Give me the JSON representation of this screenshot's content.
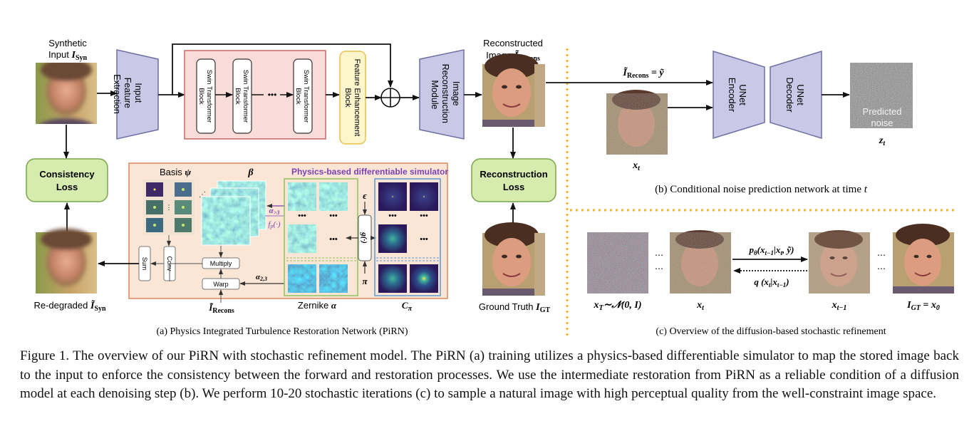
{
  "labels": {
    "synthetic_input": "Synthetic",
    "synthetic_input2": "Input",
    "synthetic_sym": "I",
    "synthetic_sub": "Syn",
    "input_feature": [
      "Input",
      "Feature",
      "Extraction"
    ],
    "swin_block": [
      "Swin Transformer",
      "Block"
    ],
    "feature_enhancement": [
      "Feature Enhancement",
      "Block"
    ],
    "image_recon_module": [
      "Image",
      "Reconstruction",
      "Module"
    ],
    "reconstructed": "Reconstructed",
    "reconstructed2": "Image",
    "recons_sub": "Recons",
    "consistency_loss": [
      "Consistency",
      "Loss"
    ],
    "reconstruction_loss": [
      "Reconstruction",
      "Loss"
    ],
    "redegraded": "Re-degraded",
    "ground_truth": "Ground Truth",
    "gt_sub": "GT",
    "basis": "Basis",
    "psi": "ψ",
    "beta": "β",
    "physics_sim": "Physics-based differentiable simulator",
    "alpha_gt3": "α",
    "alpha_gt3_sub": ">3",
    "fp": "f",
    "fp_sub": "p",
    "fp_arg": "(·)",
    "sum": "Sum",
    "conv": "Conv",
    "multiply": "Multiply",
    "warp": "Warp",
    "alpha23": "α",
    "alpha23_sub": "2,3",
    "irecons_bottom": "I",
    "zernike": "Zernike",
    "zernike_alpha": "α",
    "c_pi": "C",
    "c_pi_sub": "π",
    "epsilon": "ϵ",
    "pi": "π",
    "g_func": "g(·)",
    "dots": "•••",
    "caption_a": "(a) Physics Integrated Turbulence Restoration Network (PiRN)",
    "irecons_eq": "= ỹ",
    "unet_encoder": [
      "UNet",
      "Encoder"
    ],
    "unet_decoder": [
      "UNet",
      "Decoder"
    ],
    "predicted_noise": [
      "Predicted",
      "noise"
    ],
    "z_t": "z",
    "z_sub": "t",
    "x_t": "x",
    "t_sub": "t",
    "caption_b_prefix": "(b) Conditional noise prediction network at time ",
    "caption_b_t": "t",
    "xT": "x",
    "xT_sub": "T",
    "xT_rest": "∼𝒩(0, I)",
    "x_t1": "x",
    "t1_sub": "t−1",
    "igt_eq": "= x",
    "x0_sub": "0",
    "p_theta": "p",
    "p_theta_sub": "θ",
    "p_theta_rest": "(x",
    "p_theta_tail": "|x",
    "p_theta_end": ", ỹ)",
    "q_label": "q",
    "q_rest": "(x",
    "q_tail": "|x",
    "q_end": ")",
    "caption_c": "(c) Overview of the diffusion-based stochastic refinement",
    "figure_caption": "Figure 1. The overview of our PiRN with stochastic refinement model.  The PiRN (a) training utilizes a physics-based differentiable simulator to map the stored image back to the input to enforce the consistency between the forward and restoration processes. We use the intermediate restoration from PiRN as a reliable condition of a diffusion model at each denoising step (b). We perform 10-20 stochastic iterations (c) to sample a natural image with high perceptual quality from the well-constraint image space."
  },
  "colors": {
    "lavender": "#c9c8e6",
    "lavender_stroke": "#6e6ea0",
    "pink_panel": "#f9dcd8",
    "pink_stroke": "#c46a66",
    "yellow_block": "#fdf5cc",
    "yellow_stroke": "#e8c04a",
    "loss_green": "#d6ecae",
    "loss_stroke": "#7aa64a",
    "sim_panel": "#fbe6d6",
    "sim_stroke": "#d88a5c",
    "zernike_border": "#8dc45a",
    "cpi_border": "#5b9bd5",
    "purple_text": "#7a3fb0",
    "dotted_orange": "#f2b630"
  }
}
